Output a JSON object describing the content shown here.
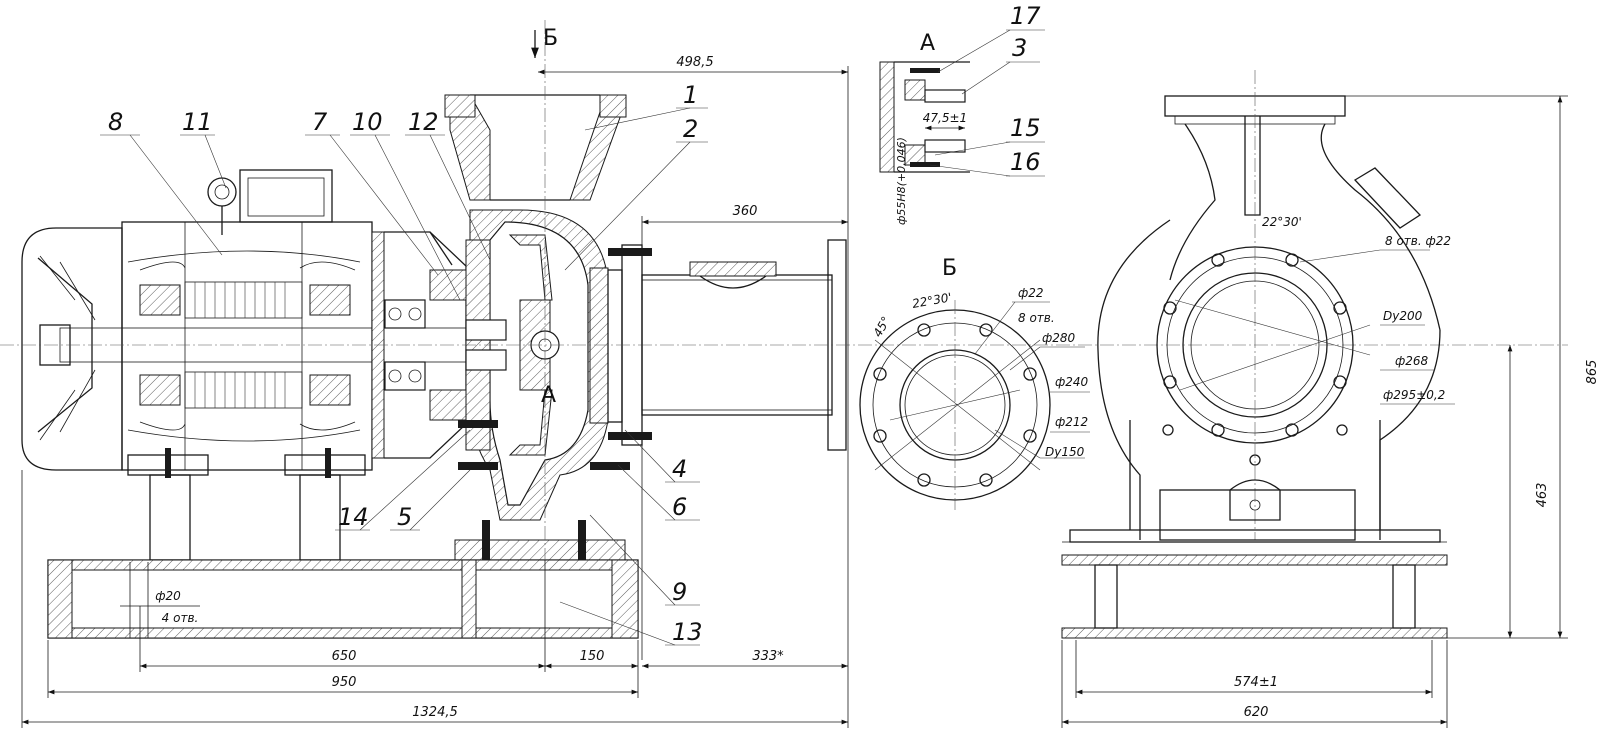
{
  "view_labels": {
    "arrow_b": "Б",
    "section_a": "А",
    "detail_a": "А",
    "view_b": "Б"
  },
  "callouts": {
    "c1": "1",
    "c2": "2",
    "c3": "3",
    "c4": "4",
    "c5": "5",
    "c6": "6",
    "c7": "7",
    "c8": "8",
    "c9": "9",
    "c10": "10",
    "c11": "11",
    "c12": "12",
    "c13": "13",
    "c14": "14",
    "c15": "15",
    "c16": "16",
    "c17": "17"
  },
  "main_view": {
    "dim_4985": "498,5",
    "dim_360": "360",
    "dim_phi20": "ф20",
    "dim_4holes": "4 отв.",
    "dim_650": "650",
    "dim_150": "150",
    "dim_333": "333*",
    "dim_950": "950",
    "dim_13245": "1324,5"
  },
  "detail_a": {
    "dim_475": "47,5±1",
    "dim_fit": "ф55Н8(+0,046)"
  },
  "view_b": {
    "angle_45": "45°",
    "angle_2230": "22°30'",
    "phi22": "ф22",
    "holes8": "8 отв.",
    "phi280": "ф280",
    "phi240": "ф240",
    "phi212": "ф212",
    "dy150": "Dу150"
  },
  "side_view": {
    "angle_2230": "22°30'",
    "holes_phi22": "8 отв. ф22",
    "dy200": "Dу200",
    "phi268": "ф268",
    "phi295": "ф295±0,2",
    "dim_865": "865",
    "dim_463": "463",
    "dim_574": "574±1",
    "dim_620": "620"
  }
}
